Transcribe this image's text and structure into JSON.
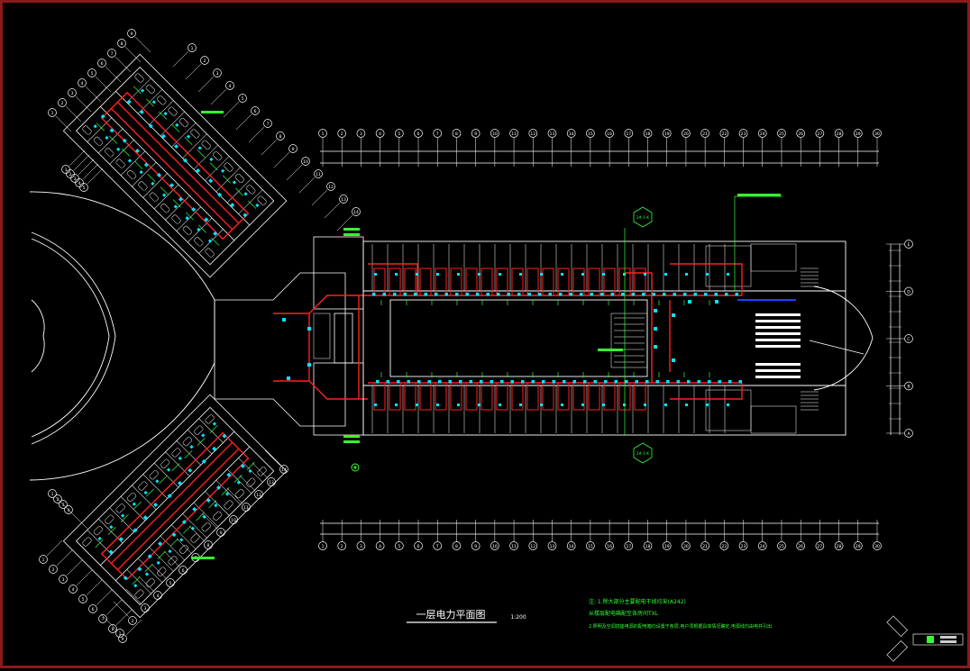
{
  "drawing": {
    "title": "一层电力平面图",
    "scale": "1:200",
    "notes": [
      "注: 1.除大部分主要配电干线均采(A242)",
      "     从楼层配电箱配至各房间TXL",
      "  2.照明及空调插座电源的配电箱均设置于各层,用户须根据具体情况确定,电源线均由电井引出."
    ]
  },
  "axes": {
    "top": [
      "1",
      "2",
      "3",
      "4",
      "5",
      "6",
      "7",
      "8",
      "9",
      "10",
      "11",
      "12",
      "13",
      "14",
      "15",
      "16",
      "17",
      "18",
      "19",
      "20",
      "21",
      "22",
      "23",
      "24",
      "25",
      "26",
      "27",
      "28",
      "29",
      "30"
    ],
    "right": [
      "E",
      "D",
      "C",
      "B",
      "A"
    ]
  },
  "callouts": {
    "top": "2#-1-K",
    "bottom": "2#-1-K"
  },
  "colors": {
    "background": "#000000",
    "frame": "#8b1a1a",
    "walls": "#ffffff",
    "power_lines": "#ff2020",
    "equipment": "#00e5ff",
    "annotation": "#33ff33",
    "special_line": "#2040ff"
  }
}
